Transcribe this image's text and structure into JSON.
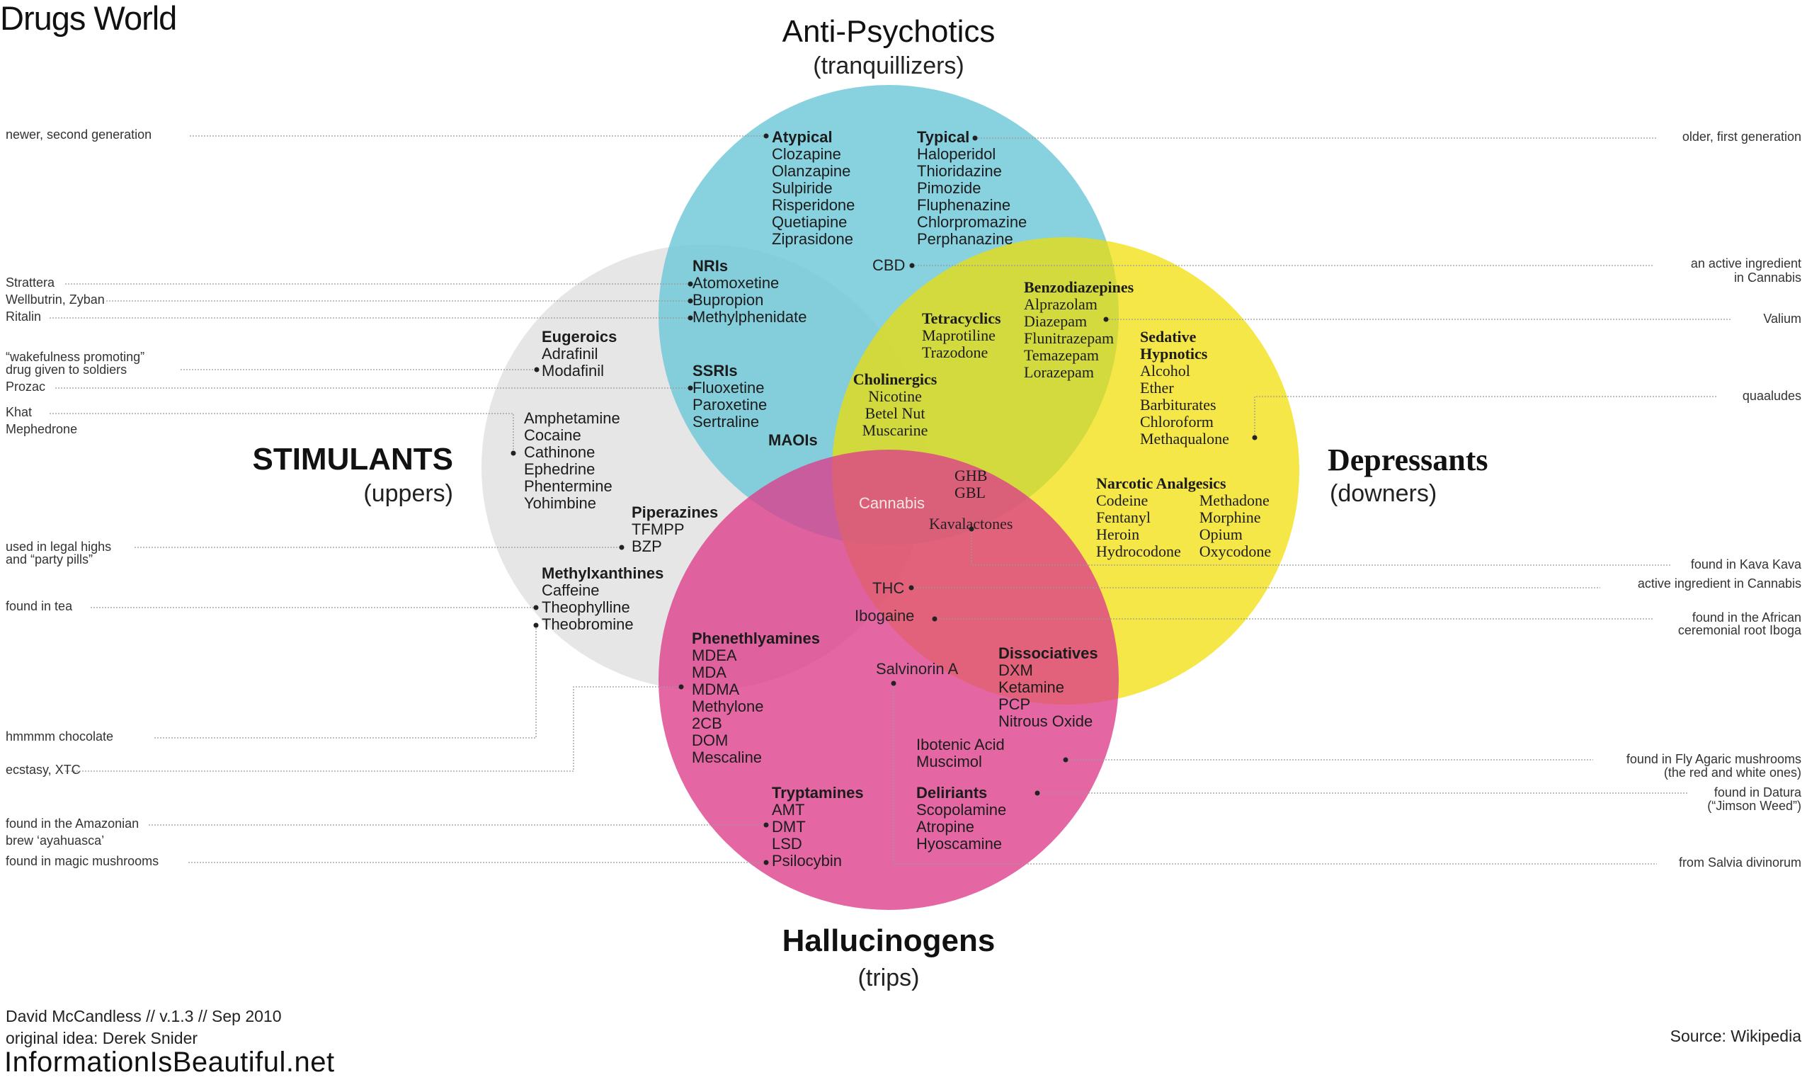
{
  "title": "Drugs World",
  "categories": {
    "antipsychotics": {
      "title": "Anti-Psychotics",
      "subtitle": "(tranquillizers)"
    },
    "stimulants": {
      "title": "STIMULANTS",
      "subtitle": "(uppers)"
    },
    "depressants": {
      "title": "Depressants",
      "subtitle": "(downers)"
    },
    "hallucinogens": {
      "title": "Hallucinogens",
      "subtitle": "(trips)"
    }
  },
  "colors": {
    "antipsychotics": "#7dcfde",
    "stimulants": "#dcdcdc",
    "depressants": "#f2e200",
    "hallucinogens": "#e0589b",
    "leader_line": "#999999"
  },
  "groups": {
    "atypical": {
      "heading": "Atypical",
      "items": [
        "Clozapine",
        "Olanzapine",
        "Sulpiride",
        "Risperidone",
        "Quetiapine",
        "Ziprasidone"
      ]
    },
    "typical": {
      "heading": "Typical",
      "items": [
        "Haloperidol",
        "Thioridazine",
        "Pimozide",
        "Fluphenazine",
        "Chlorpromazine",
        "Perphanazine"
      ]
    },
    "nris": {
      "heading": "NRIs",
      "items": [
        "Atomoxetine",
        "Bupropion",
        "Methylphenidate"
      ]
    },
    "eugeroics": {
      "heading": "Eugeroics",
      "items": [
        "Adrafinil",
        "Modafinil"
      ]
    },
    "ssris": {
      "heading": "SSRIs",
      "items": [
        "Fluoxetine",
        "Paroxetine",
        "Sertraline"
      ]
    },
    "maois": {
      "heading": "MAOIs",
      "items": []
    },
    "amphetamines": {
      "heading": "",
      "items": [
        "Amphetamine",
        "Cocaine",
        "Cathinone",
        "Ephedrine",
        "Phentermine",
        "Yohimbine"
      ]
    },
    "piperazines": {
      "heading": "Piperazines",
      "items": [
        "TFMPP",
        "BZP"
      ]
    },
    "methylxanthines": {
      "heading": "Methylxanthines",
      "items": [
        "Caffeine",
        "Theophylline",
        "Theobromine"
      ]
    },
    "tetracyclics": {
      "heading": "Tetracyclics",
      "items": [
        "Maprotiline",
        "Trazodone"
      ]
    },
    "benzodiazepines": {
      "heading": "Benzodiazepines",
      "items": [
        "Alprazolam",
        "Diazepam",
        "Flunitrazepam",
        "Temazepam",
        "Lorazepam"
      ]
    },
    "cholinergics": {
      "heading": "Cholinergics",
      "items": [
        "Nicotine",
        "Betel Nut",
        "Muscarine"
      ]
    },
    "sedative": {
      "heading": "Sedative Hypnotics",
      "items": [
        "Alcohol",
        "Ether",
        "Barbiturates",
        "Chloroform",
        "Methaqualone"
      ]
    },
    "ghb": {
      "heading": "",
      "items": [
        "GHB",
        "GBL"
      ]
    },
    "narcotic": {
      "heading": "Narcotic Analgesics",
      "col1": [
        "Codeine",
        "Fentanyl",
        "Heroin",
        "Hydrocodone"
      ],
      "col2": [
        "Methadone",
        "Morphine",
        "Opium",
        "Oxycodone"
      ]
    },
    "phenethylamines": {
      "heading": "Phenethlyamines",
      "items": [
        "MDEA",
        "MDA",
        "MDMA",
        "Methylone",
        "2CB",
        "DOM",
        "Mescaline"
      ]
    },
    "dissociatives": {
      "heading": "Dissociatives",
      "items": [
        "DXM",
        "Ketamine",
        "PCP",
        "Nitrous Oxide"
      ]
    },
    "ibotenic": {
      "heading": "",
      "items": [
        "Ibotenic Acid",
        "Muscimol"
      ]
    },
    "tryptamines": {
      "heading": "Tryptamines",
      "items": [
        "AMT",
        "DMT",
        "LSD",
        "Psilocybin"
      ]
    },
    "deliriants": {
      "heading": "Deliriants",
      "items": [
        "Scopolamine",
        "Atropine",
        "Hyoscamine"
      ]
    }
  },
  "singles": {
    "cbd": "CBD",
    "cannabis": "Cannabis",
    "kavalactones": "Kavalactones",
    "thc": "THC",
    "ibogaine": "Ibogaine",
    "salvinorin": "Salvinorin A"
  },
  "notes_left": {
    "newer": "newer, second generation",
    "strattera": "Strattera",
    "wellbutrin": "Wellbutrin, Zyban",
    "ritalin": "Ritalin",
    "wakefulness": "“wakefulness promoting”",
    "wakefulness2": "drug given to soldiers",
    "prozac": "Prozac",
    "khat": "Khat",
    "mephedrone": "Mephedrone",
    "legalhighs": "used in legal highs",
    "legalhighs2": "and “party pills”",
    "tea": "found in tea",
    "chocolate": "hmmmm chocolate",
    "ecstasy": "ecstasy, XTC",
    "amazonian": "found in the Amazonian",
    "amazonian2": "brew ‘ayahuasca’",
    "mushrooms": "found in magic mushrooms"
  },
  "notes_right": {
    "older": "older, first generation",
    "cannabis_ingredient": "an active ingredient",
    "cannabis_ingredient2": "in Cannabis",
    "valium": "Valium",
    "quaaludes": "quaaludes",
    "kava": "found in Kava Kava",
    "thc_note": "active ingredient in Cannabis",
    "iboga": "found in the African",
    "iboga2": "ceremonial root Iboga",
    "flyagaric": "found in Fly Agaric mushrooms",
    "flyagaric2": "(the red and white ones)",
    "datura": "found in Datura",
    "datura2": "(“Jimson Weed”)",
    "salvia": "from Salvia divinorum"
  },
  "footer": {
    "author": "David McCandless  // v.1.3 // Sep 2010",
    "idea": "original idea: Derek Snider",
    "site": "InformationIsBeautiful.net",
    "source": "Source: Wikipedia"
  }
}
